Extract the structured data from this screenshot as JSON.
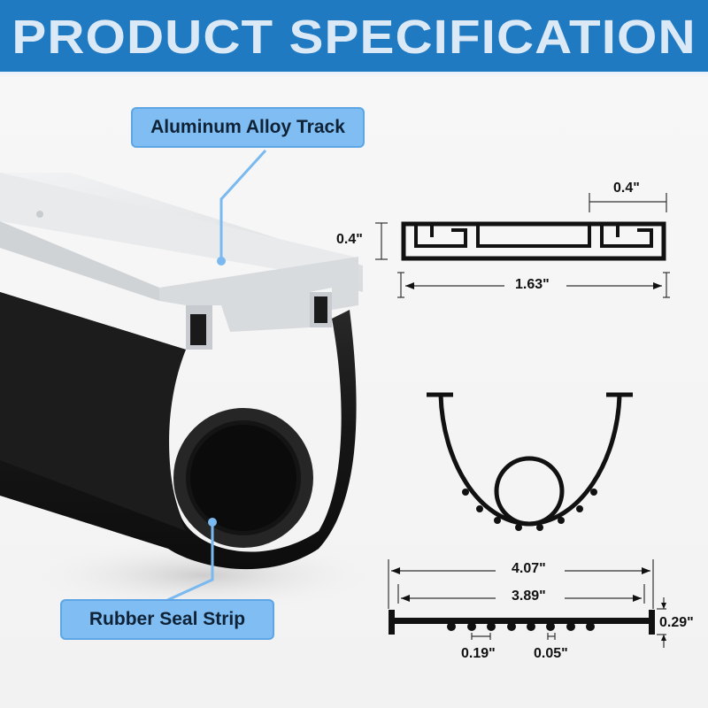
{
  "header": {
    "title": "PRODUCT SPECIFICATION"
  },
  "callouts": {
    "track": "Aluminum Alloy Track",
    "seal": "Rubber Seal Strip"
  },
  "track_profile": {
    "height": "0.4\"",
    "channel_width": "0.4\"",
    "total_width": "1.63\""
  },
  "seal_profile": {
    "outer_width": "4.07\"",
    "inner_width": "3.89\"",
    "thickness": "0.29\"",
    "bead_spacing": "0.19\"",
    "bead_size": "0.05\""
  },
  "colors": {
    "banner": "#1f7ac2",
    "banner_text": "#dbe9f7",
    "callout_fill": "#7fbdf3",
    "callout_line": "#6fb3ef",
    "rubber": "#1a1a1a",
    "aluminum": "#e4e6e8"
  }
}
